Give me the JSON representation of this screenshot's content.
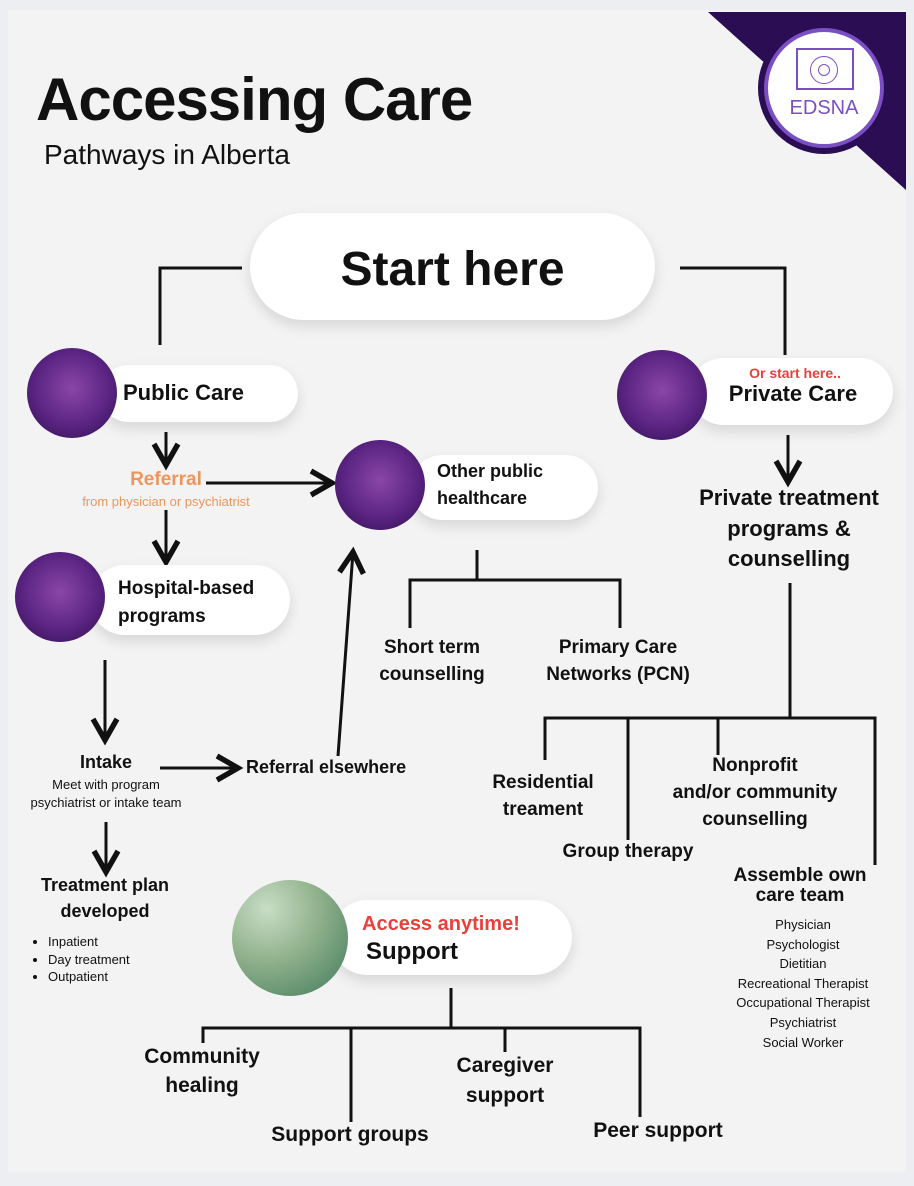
{
  "header": {
    "title": "Accessing Care",
    "subtitle": "Pathways in Alberta"
  },
  "logo": {
    "text": "EDSNA",
    "color": "#7b4fc4",
    "corner_color": "#2a0d52"
  },
  "start": {
    "label": "Start here"
  },
  "public": {
    "label": "Public Care",
    "referral": "Referral",
    "referral_sub": "from physician or psychiatrist",
    "hospital": [
      "Hospital-based",
      "programs"
    ],
    "other": [
      "Other public",
      "healthcare"
    ],
    "short_term": [
      "Short term",
      "counselling"
    ],
    "pcn": [
      "Primary Care",
      "Networks (PCN)"
    ],
    "intake": "Intake",
    "intake_sub": [
      "Meet with program",
      "psychiatrist or intake team"
    ],
    "referral_elsewhere": "Referral elsewhere",
    "treatment": [
      "Treatment plan",
      "developed"
    ],
    "treatment_items": [
      "Inpatient",
      "Day treatment",
      "Outpatient"
    ]
  },
  "private": {
    "note": "Or start here..",
    "label": "Private Care",
    "programs": [
      "Private treatment",
      "programs &",
      "counselling"
    ],
    "residential": [
      "Residential",
      "treament"
    ],
    "group": "Group therapy",
    "nonprofit": [
      "Nonprofit",
      "and/or community",
      "counselling"
    ],
    "assemble": [
      "Assemble own",
      "care team"
    ],
    "team": [
      "Physician",
      "Psychologist",
      "Dietitian",
      "Recreational Therapist",
      "Occupational Therapist",
      "Psychiatrist",
      "Social Worker"
    ]
  },
  "support": {
    "note": "Access anytime!",
    "label": "Support",
    "community": [
      "Community",
      "healing"
    ],
    "groups": "Support groups",
    "caregiver": [
      "Caregiver",
      "support"
    ],
    "peer": "Peer support"
  },
  "colors": {
    "referral": "#f0955a",
    "accent_red": "#e8403a"
  }
}
